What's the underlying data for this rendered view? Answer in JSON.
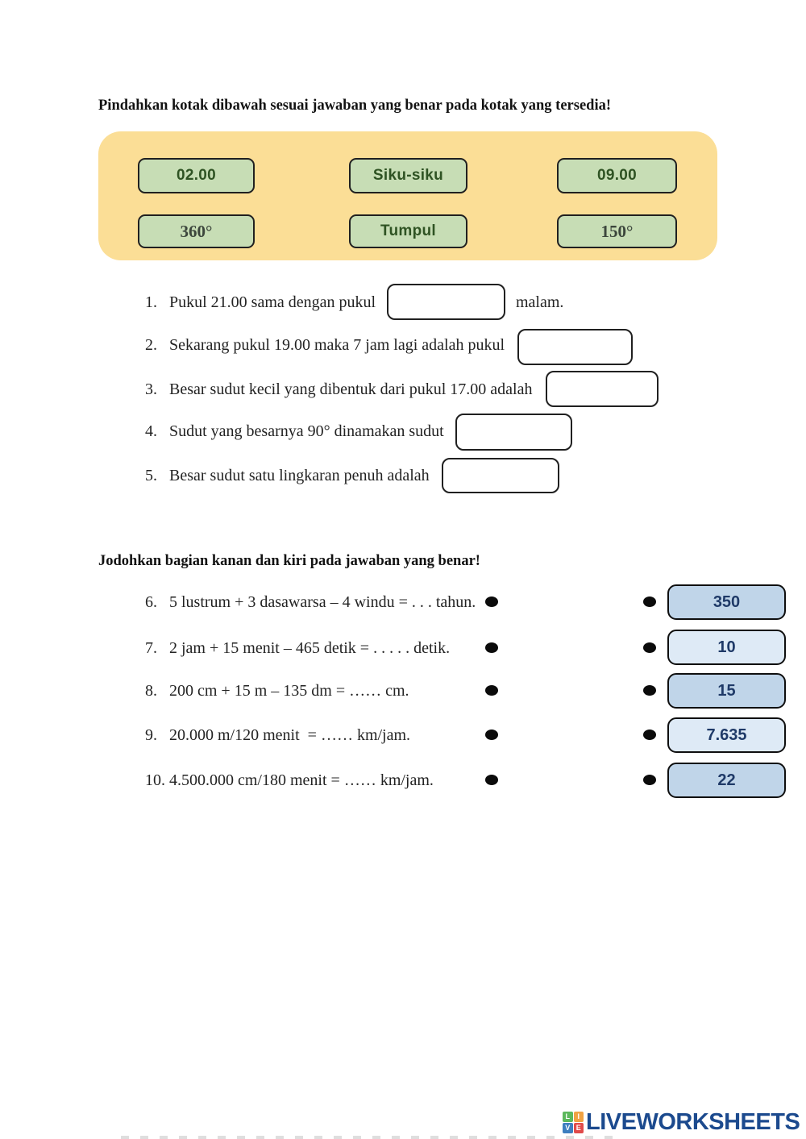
{
  "sections": {
    "drag": {
      "title": "Pindahkan kotak dibawah sesuai jawaban yang benar pada kotak yang tersedia!"
    },
    "match": {
      "title": "Jodohkan bagian kanan dan kiri pada jawaban yang benar!"
    }
  },
  "bank": {
    "items": [
      {
        "label": "02.00"
      },
      {
        "label": "Siku-siku"
      },
      {
        "label": "09.00"
      },
      {
        "label": "360°"
      },
      {
        "label": "Tumpul"
      },
      {
        "label": "150°"
      }
    ]
  },
  "fill": {
    "items": [
      {
        "number": "1.",
        "before": "Pukul 21.00 sama dengan pukul",
        "after": "malam."
      },
      {
        "number": "2.",
        "before": "Sekarang pukul 19.00 maka 7 jam lagi adalah pukul",
        "after": ""
      },
      {
        "number": "3.",
        "before": "Besar sudut kecil yang dibentuk dari pukul 17.00 adalah",
        "after": ""
      },
      {
        "number": "4.",
        "before": "Sudut yang besarnya 90° dinamakan sudut",
        "after": ""
      },
      {
        "number": "5.",
        "before": "Besar sudut satu lingkaran penuh adalah",
        "after": ""
      }
    ]
  },
  "match": {
    "items": [
      {
        "number": "6.",
        "text": "5 lustrum + 3 dasawarsa – 4 windu = . . . tahun.",
        "answer": "350"
      },
      {
        "number": "7.",
        "text": "2 jam + 15 menit – 465 detik = . . . . . detik.",
        "answer": "10"
      },
      {
        "number": "8.",
        "text": "200 cm + 15 m – 135 dm = …… cm.",
        "answer": "15"
      },
      {
        "number": "9.",
        "text": "20.000 m/120 menit  = …… km/jam.",
        "answer": "7.635"
      },
      {
        "number": "10.",
        "text": "4.500.000 cm/180 menit = …… km/jam.",
        "answer": "22"
      }
    ]
  },
  "footer": {
    "brand": "LIVEWORKSHEETS",
    "logo_letters": [
      "L",
      "I",
      "V",
      "E"
    ]
  },
  "colors": {
    "panel_yellow": "#FBDE96",
    "chip_green": "#C7DDB5",
    "chip_text_green": "#2F5323",
    "answer_blue_dark": "#C0D5E9",
    "answer_blue_light": "#DEEAF6",
    "answer_text_navy": "#1F3A68",
    "brand_blue": "#1C4A8E",
    "logo_green": "#5CB85C",
    "logo_orange": "#F0A243",
    "logo_blue": "#3D7EBF",
    "logo_red": "#E14B4B"
  }
}
